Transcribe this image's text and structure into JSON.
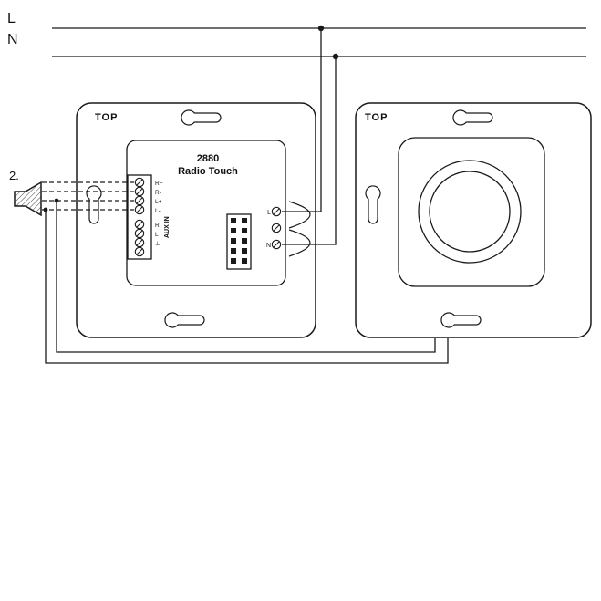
{
  "colors": {
    "line": "#1a1a1a",
    "background": "#ffffff"
  },
  "power": {
    "l_label": "L",
    "n_label": "N"
  },
  "step_label": "2.",
  "radio_insert": {
    "top_label": "TOP",
    "model": "2880",
    "product_name": "Radio Touch",
    "speaker_terminals": [
      "R+",
      "R-",
      "L+",
      "L-"
    ],
    "aux_label": "AUX IN",
    "aux_pins": [
      "R",
      "L",
      "⊥"
    ],
    "mains_terminals": [
      "L",
      "N"
    ]
  },
  "speaker_insert": {
    "top_label": "TOP"
  }
}
